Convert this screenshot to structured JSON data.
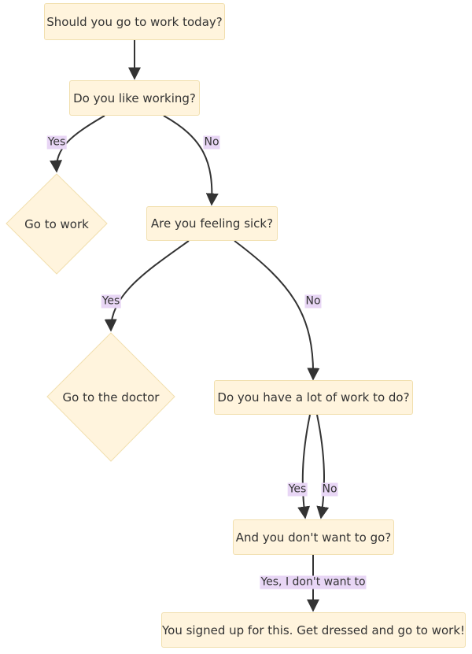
{
  "flowchart": {
    "nodes": {
      "start": "Should you go to work today?",
      "like": "Do you like working?",
      "go_work": "Go to work",
      "sick": "Are you feeling sick?",
      "doctor": "Go to the doctor",
      "lots": "Do you have a lot of work to do?",
      "dont_want": "And you don't want to go?",
      "signed_up": "You signed up for this. Get dressed and go to work!"
    },
    "edges": {
      "like_go_work": "Yes",
      "like_sick": "No",
      "sick_doctor": "Yes",
      "sick_lots": "No",
      "lots_dont_want_yes": "Yes",
      "lots_dont_want_no": "No",
      "dont_want_signed": "Yes, I don't want to"
    }
  },
  "colors": {
    "node_fill": "#fff4dd",
    "node_stroke": "#f1dfae",
    "edge": "#333333",
    "label_bg": "#e8d6f5"
  }
}
